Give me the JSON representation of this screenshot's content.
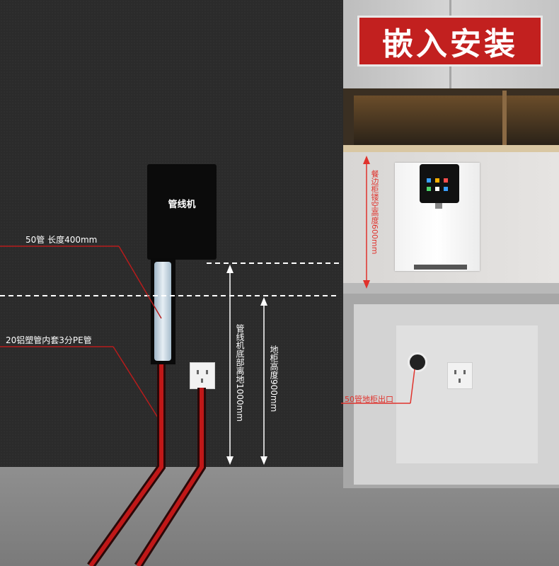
{
  "title": "嵌入安装",
  "labels": {
    "box": "管线机",
    "pipe50": "50管 长度400mm",
    "pe_pipe": "20铝塑管内套3分PE管",
    "machine_height": "管线机底部离地1000mm",
    "cabinet_height": "地柜高度900mm",
    "niche_height": "餐边柜镂空高度600mm",
    "outlet": "50管地柜出口"
  },
  "colors": {
    "accent_red": "#c2201f",
    "line_red": "#e0322c"
  }
}
